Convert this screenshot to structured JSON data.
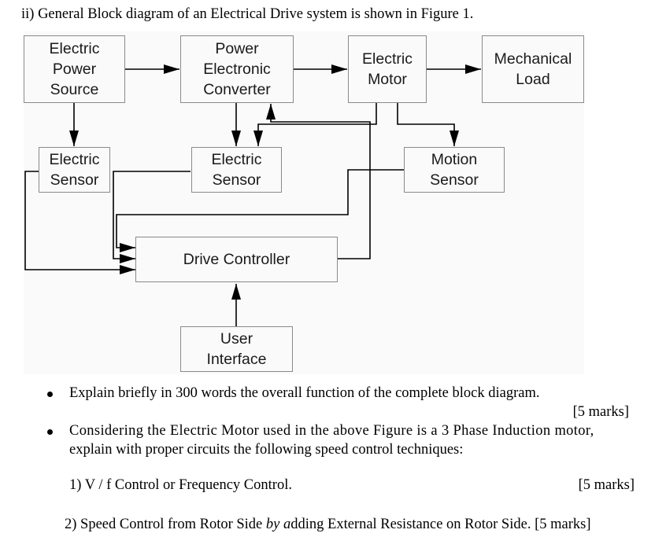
{
  "heading": "ii) General Block diagram of an Electrical Drive system is shown in Figure 1.",
  "diagram": {
    "blocks": {
      "power_source": "Electric\nPower\nSource",
      "converter": "Power\nElectronic\nConverter",
      "motor": "Electric\nMotor",
      "load": "Mechanical\nLoad",
      "sensor_left": "Electric\nSensor",
      "sensor_mid": "Electric\nSensor",
      "motion_sensor": "Motion\nSensor",
      "controller": "Drive Controller",
      "user_interface": "User\nInterface"
    },
    "line_color": "#000000",
    "border_color": "#8a8a8a",
    "background_color": "#fafafa"
  },
  "questions": [
    {
      "text": "Explain briefly in 300 words the overall function of the complete block diagram.",
      "marks": "[5 marks]"
    },
    {
      "text_line1": "Considering the Electric Motor used in the above Figure is a 3 Phase Induction motor,",
      "text_line2": "explain with proper circuits the following speed control techniques:",
      "subitems": [
        {
          "text": "1) V / f Control or Frequency Control.",
          "marks": "[5 marks]"
        },
        {
          "text_before": "2) Speed Control from Rotor Side ",
          "text_italic": "by a",
          "text_after": "dding External Resistance on Rotor Side. ",
          "marks": "[5 marks]"
        }
      ]
    }
  ]
}
